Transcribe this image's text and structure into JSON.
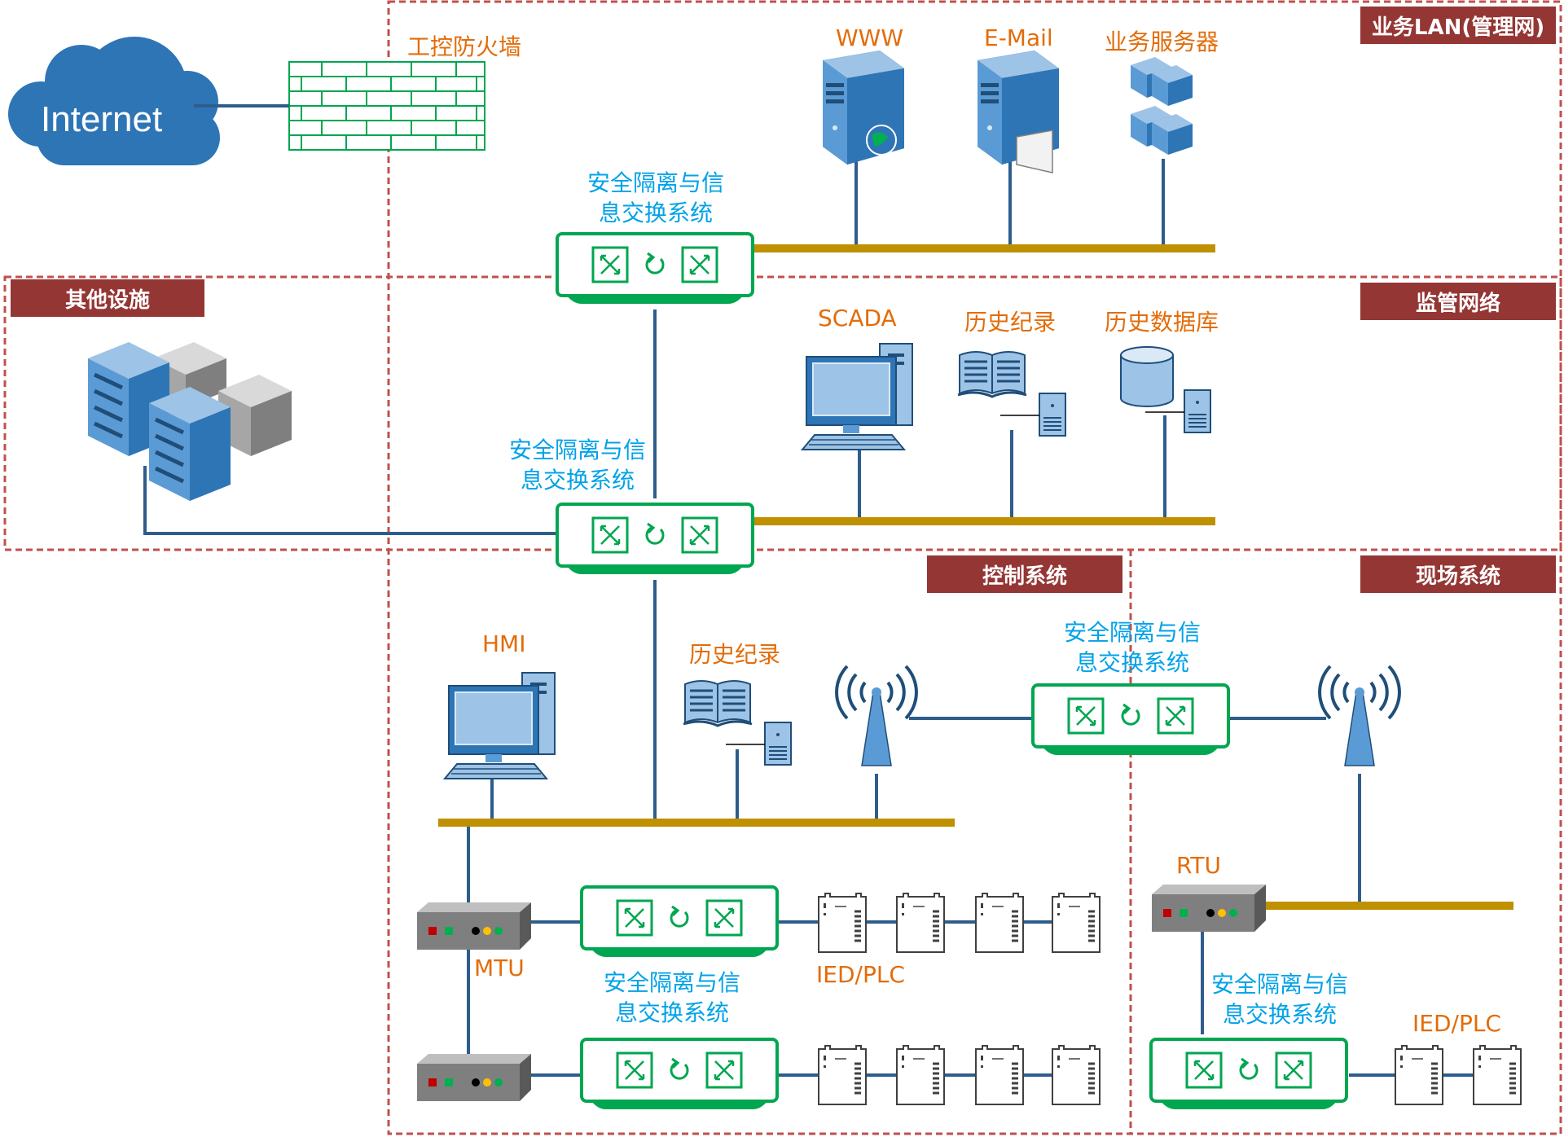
{
  "cloud": {
    "label": "Internet"
  },
  "firewall": {
    "label": "工控防火墙"
  },
  "zones": {
    "business": "业务LAN(管理网)",
    "supervisory": "监管网络",
    "other": "其他设施",
    "control": "控制系统",
    "field": "现场系统"
  },
  "servers": {
    "www": "WWW",
    "email": "E-Mail",
    "business": "业务服务器"
  },
  "supervisory": {
    "scada": "SCADA",
    "history": "历史纪录",
    "database": "历史数据库"
  },
  "control": {
    "hmi": "HMI",
    "history": "历史纪录",
    "mtu": "MTU",
    "iedplc": "IED/PLC"
  },
  "field": {
    "rtu": "RTU",
    "iedplc": "IED/PLC"
  },
  "gateway": {
    "line1": "安全隔离与信",
    "line2": "息交换系统"
  },
  "colors": {
    "zone_border": "#c0504d",
    "label_bg": "#943634",
    "orange_text": "#e36c09",
    "blue_text": "#00a2e8",
    "bus": "#bf9000",
    "link": "#2e5d8c",
    "gateway_green": "#00a650",
    "cloud": "#2e75b6"
  }
}
